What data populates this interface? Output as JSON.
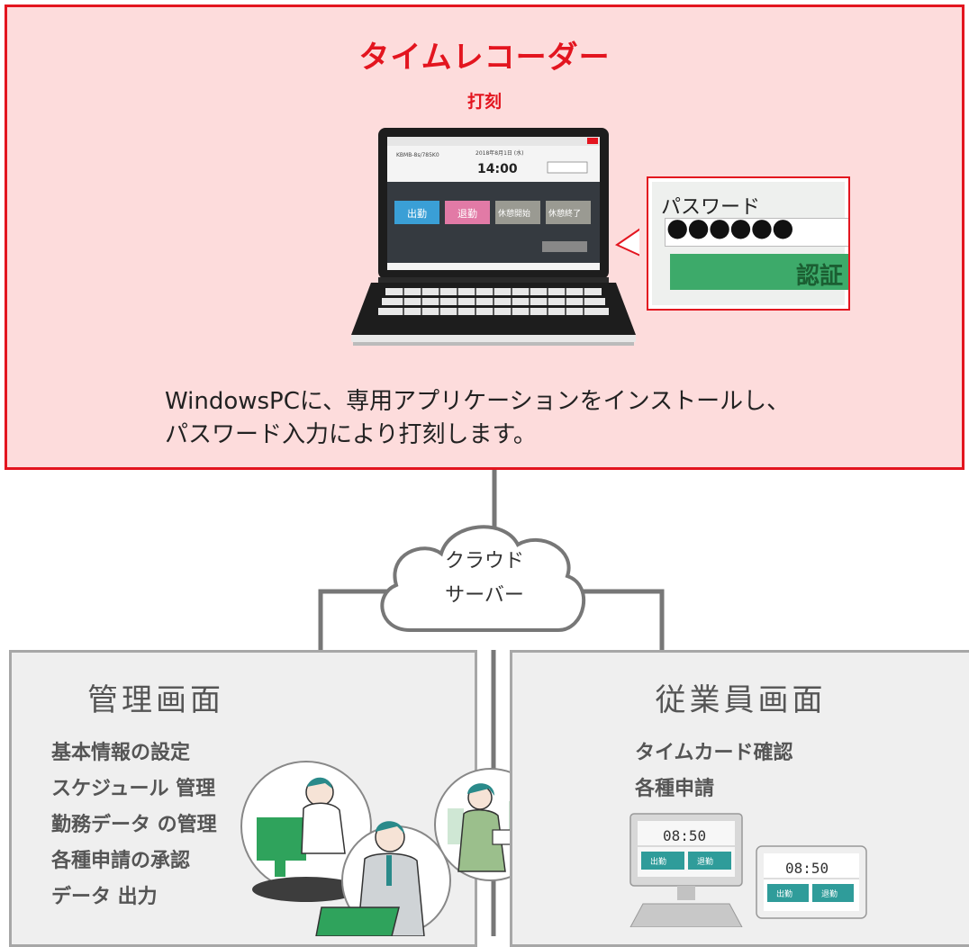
{
  "timerecorder": {
    "title": "タイムレコーダー",
    "subtitle": "打刻",
    "description_lines": [
      "WindowsPCに、専用アプリケーションをインストールし、",
      "パスワード入力により打刻します。"
    ],
    "laptop_screen": {
      "time": "14:00",
      "buttons": [
        "出勤",
        "退勤",
        "休憩開始",
        "休憩終了"
      ],
      "button_colors": [
        "#3a9fd6",
        "#e27aa6",
        "#9a9a92",
        "#9a9a92"
      ]
    },
    "zoom": {
      "password_label": "パスワード",
      "password_mask": "●●●●●●",
      "auth_label": "認証"
    }
  },
  "cloud": {
    "line1": "クラウド",
    "line2": "サーバー"
  },
  "admin": {
    "title": "管理画面",
    "items": [
      "基本情報の設定",
      "スケジュール 管理",
      "勤務データ の管理",
      "各種申請の承認",
      "データ 出力"
    ]
  },
  "employee": {
    "title": "従業員画面",
    "items": [
      "タイムカード確認",
      "各種申請"
    ],
    "device_time": "08:50",
    "device_buttons": [
      "出勤",
      "退勤"
    ]
  },
  "colors": {
    "accent_red": "#e3151f",
    "top_background": "#fddcdc",
    "panel_background": "#efefef",
    "panel_border": "#a7a7a7",
    "teal": "#2f9c9a"
  }
}
